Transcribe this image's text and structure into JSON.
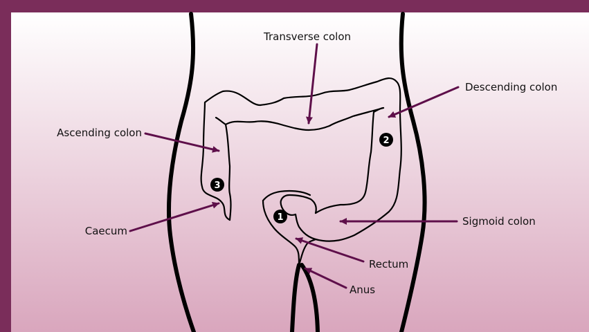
{
  "colors": {
    "frame": "#7a2d5a",
    "background_top": "#ffffff",
    "background_bottom": "#d9a6bd",
    "arrow": "#5e0f4a",
    "outline": "#000000"
  },
  "labels": {
    "transverse": "Transverse colon",
    "descending": "Descending colon",
    "ascending": "Ascending colon",
    "caecum": "Caecum",
    "sigmoid": "Sigmoid colon",
    "rectum": "Rectum",
    "anus": "Anus"
  },
  "markers": {
    "one": "1",
    "two": "2",
    "three": "3"
  }
}
